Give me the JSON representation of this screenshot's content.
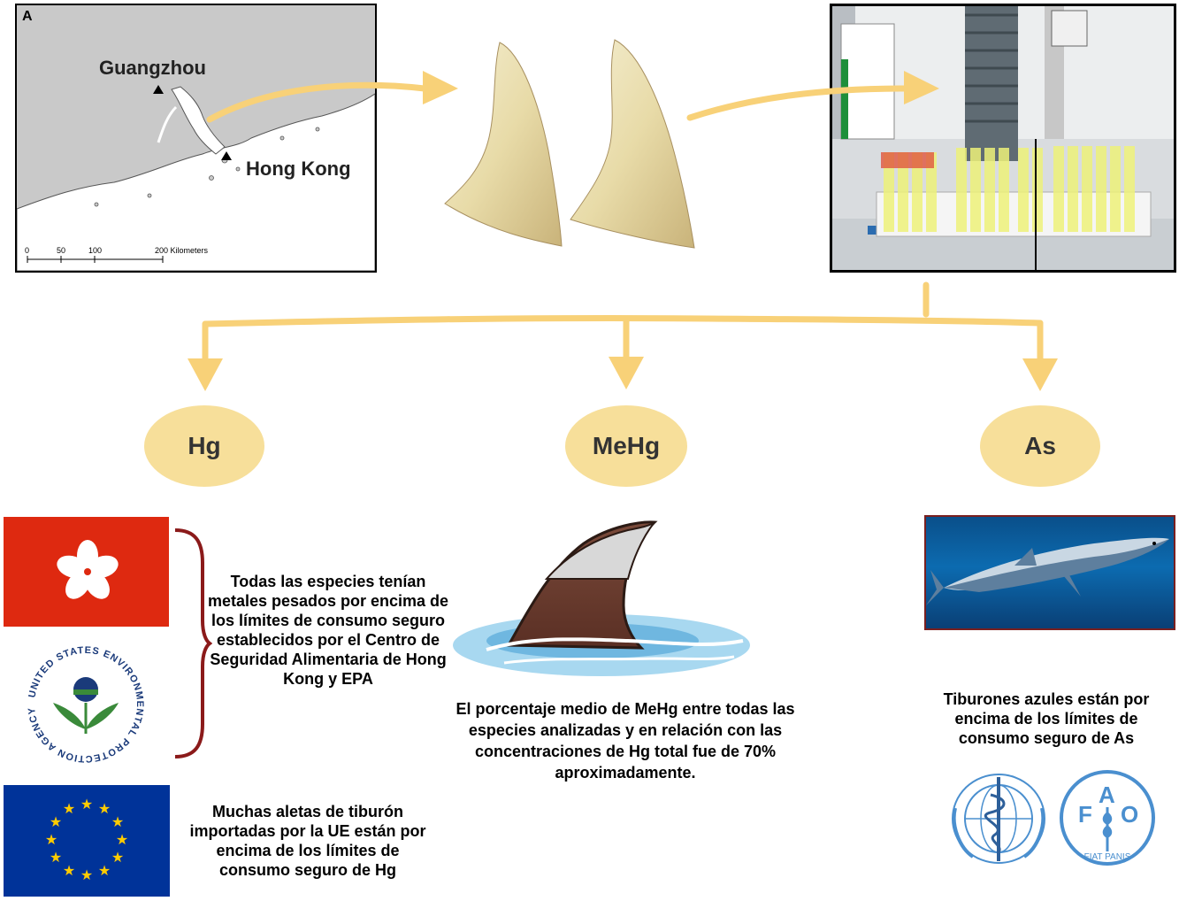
{
  "map": {
    "panel_letter": "A",
    "city1": "Guangzhou",
    "city2": "Hong Kong",
    "scale_ticks": [
      "0",
      "50",
      "100",
      "200 Kilometers"
    ]
  },
  "nodes": {
    "hg": "Hg",
    "mehg": "MeHg",
    "as": "As"
  },
  "texts": {
    "hg_limits": "Todas las especies tenían metales pesados por encima de los límites de consumo seguro establecidos por el Centro de Seguridad Alimentaria de Hong Kong y  EPA",
    "eu": "Muchas aletas de tiburón importadas por la UE están por encima de los límites de consumo seguro de Hg",
    "mehg": "El porcentaje medio de MeHg entre todas las especies analizadas y en relación con las concentraciones de Hg total fue de 70% aproximadamente.",
    "as": "Tiburones azules están por encima de los límites de consumo seguro de As"
  },
  "logos": {
    "epa_text": "UNITED STATES ENVIRONMENTAL PROTECTION AGENCY",
    "fao_letters": [
      "F",
      "A",
      "O"
    ],
    "fao_motto": "FIAT PANIS"
  },
  "colors": {
    "arrow": "#f8d178",
    "node": "#f7df9a",
    "hk_red": "#de2910",
    "eu_blue": "#003399",
    "eu_star": "#ffcc00",
    "un_blue": "#4a8fcf",
    "epa_green": "#3a8a3a",
    "bracket": "#8b1a1a"
  }
}
